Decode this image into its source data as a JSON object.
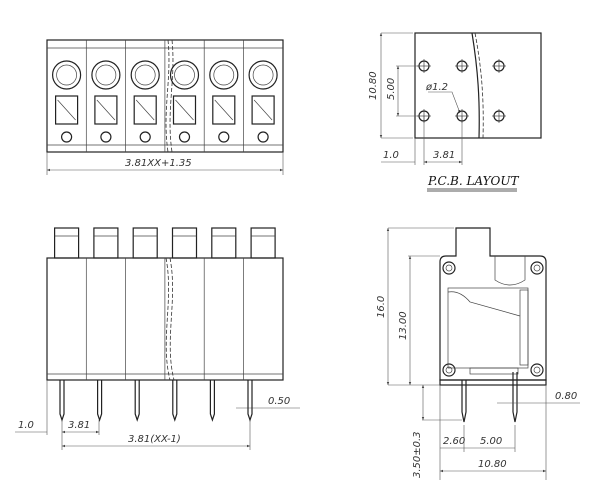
{
  "drawing": {
    "top_view_dim": "3.81XX+1.35",
    "pcb": {
      "title": "P.C.B. LAYOUT",
      "height": "10.80",
      "pitch_vertical": "5.00",
      "hole_diameter": "ø1.2",
      "edge_offset": "1.0",
      "pitch": "3.81"
    },
    "front_view": {
      "edge_offset": "1.0",
      "pitch": "3.81",
      "total_pitch": "3.81(XX-1)",
      "pin_width": "0.50"
    },
    "side_view": {
      "total_height": "16.0",
      "body_height": "13.00",
      "pin_length": "3.50±0.3",
      "pin_offset": "2.60",
      "pin_spacing": "5.00",
      "width": "10.80",
      "pin_thickness": "0.80"
    }
  }
}
